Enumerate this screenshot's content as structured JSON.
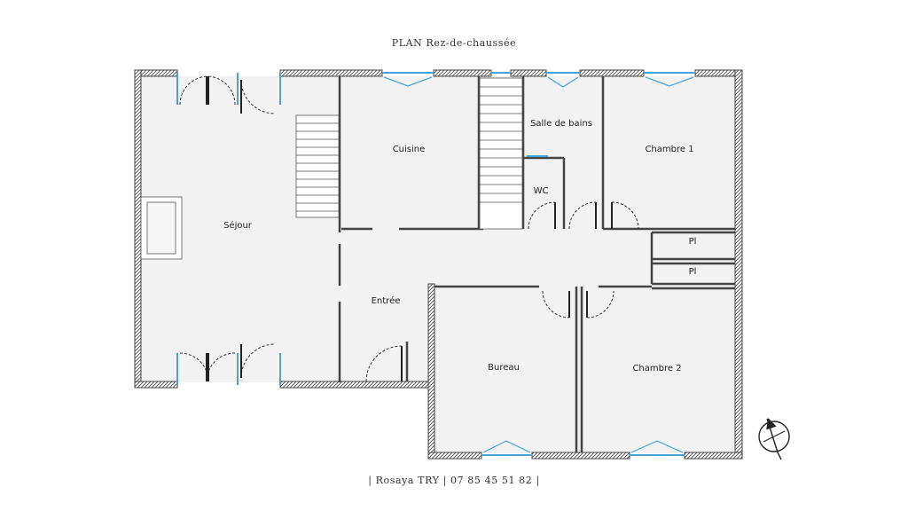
{
  "plan": {
    "title": "PLAN Rez-de-chaussée",
    "footer": "| Rosaya TRY | 07 85 45 51 82 |",
    "rooms": [
      {
        "id": "sejour",
        "label": "Séjour"
      },
      {
        "id": "cuisine",
        "label": "Cuisine"
      },
      {
        "id": "salle-de-bains",
        "label": "Salle de bains"
      },
      {
        "id": "wc",
        "label": "WC"
      },
      {
        "id": "chambre-1",
        "label": "Chambre 1"
      },
      {
        "id": "placard-1",
        "label": "Pl"
      },
      {
        "id": "placard-2",
        "label": "Pl"
      },
      {
        "id": "entree",
        "label": "Entrée"
      },
      {
        "id": "bureau",
        "label": "Bureau"
      },
      {
        "id": "chambre-2",
        "label": "Chambre 2"
      }
    ],
    "colors": {
      "wall": "#444444",
      "window": "#4aa3d8",
      "floor": "#f2f2f2"
    },
    "icons": {
      "compass": "north-arrow-icon"
    }
  }
}
